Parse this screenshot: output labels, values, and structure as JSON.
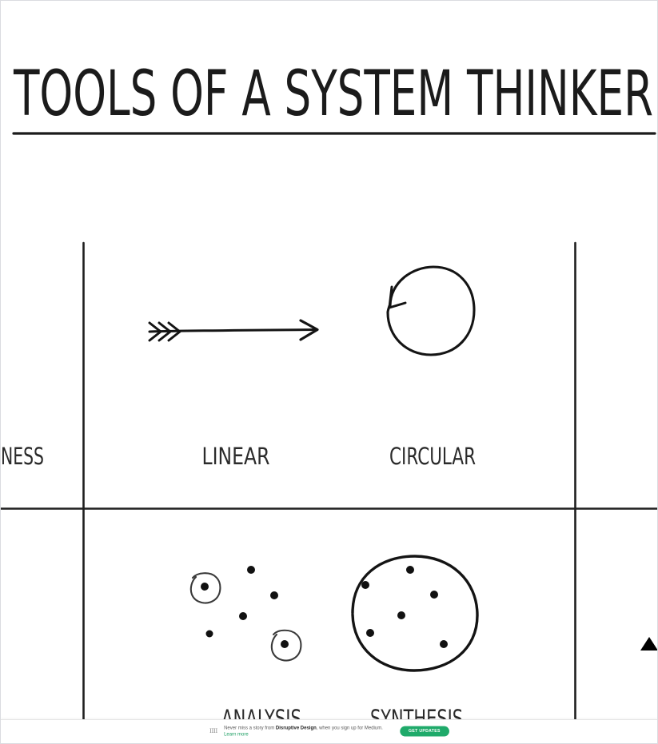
{
  "page": {
    "title": "TOOLS OF A SYSTEM THINKER",
    "background_color": "#ffffff",
    "ink_color": "#1b1b1b"
  },
  "diagram": {
    "type": "comparison-grid",
    "note": "Hand-drawn infographic grid comparing system-thinking concept pairs. The image is cropped on the left and bottom, so the left column label and bottom row labels are partially visible.",
    "cells": [
      {
        "id": "cell-row1-col1",
        "label": "NESS",
        "label_truncated": true,
        "icon": "none-visible",
        "row": 1,
        "column": 1
      },
      {
        "id": "cell-row1-col2",
        "label": "LINEAR",
        "label_truncated": false,
        "icon": "straight-arrow-icon",
        "row": 1,
        "column": 2
      },
      {
        "id": "cell-row1-col3",
        "label": "CIRCULAR",
        "label_truncated": false,
        "icon": "circular-arrow-icon",
        "row": 1,
        "column": 3
      },
      {
        "id": "cell-row2-col2",
        "label": "ANALYSIS",
        "label_truncated": true,
        "icon": "scattered-circled-dots-icon",
        "row": 2,
        "column": 2
      },
      {
        "id": "cell-row2-col3",
        "label": "SYNTHESIS",
        "label_truncated": true,
        "icon": "dots-inside-circle-icon",
        "row": 2,
        "column": 3
      }
    ]
  },
  "banner": {
    "logo": "medium-wordmark",
    "logo_text": "IIII",
    "text_before": "Never miss a story from",
    "publication": "Disruptive Design",
    "text_after": ", when you sign up for Medium.",
    "link_label": "Learn more",
    "cta_label": "GET UPDATES",
    "cta_color": "#1faa6a"
  },
  "controls": {
    "scroll_top_label": "scroll to top"
  }
}
